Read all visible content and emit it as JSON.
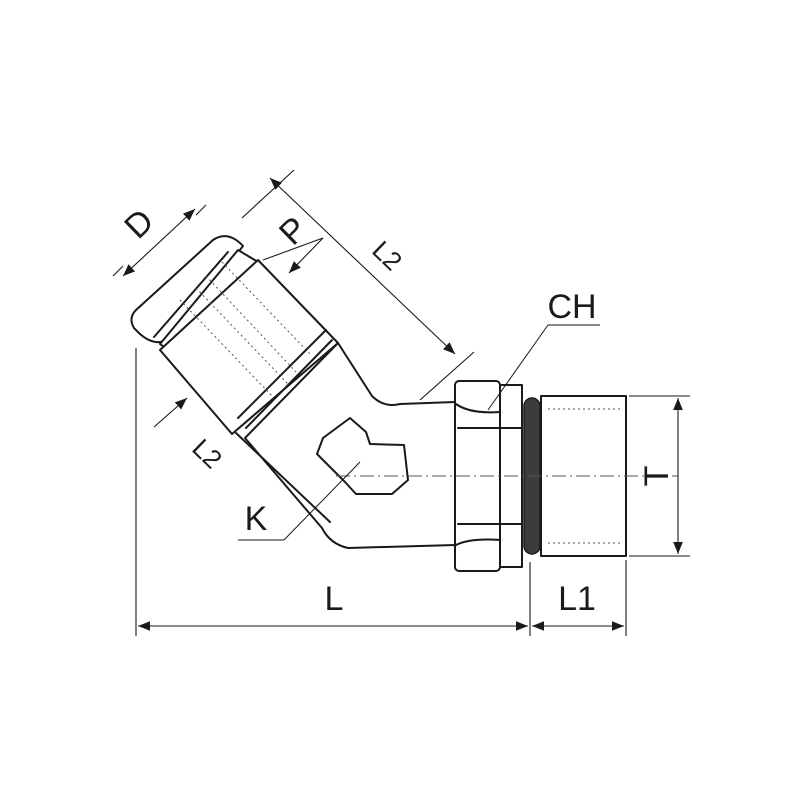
{
  "labels": {
    "D": "D",
    "P": "P",
    "L2_top": "L2",
    "L2_side": "L2",
    "CH": "CH",
    "T": "T",
    "K": "K",
    "L": "L",
    "L1": "L1"
  }
}
